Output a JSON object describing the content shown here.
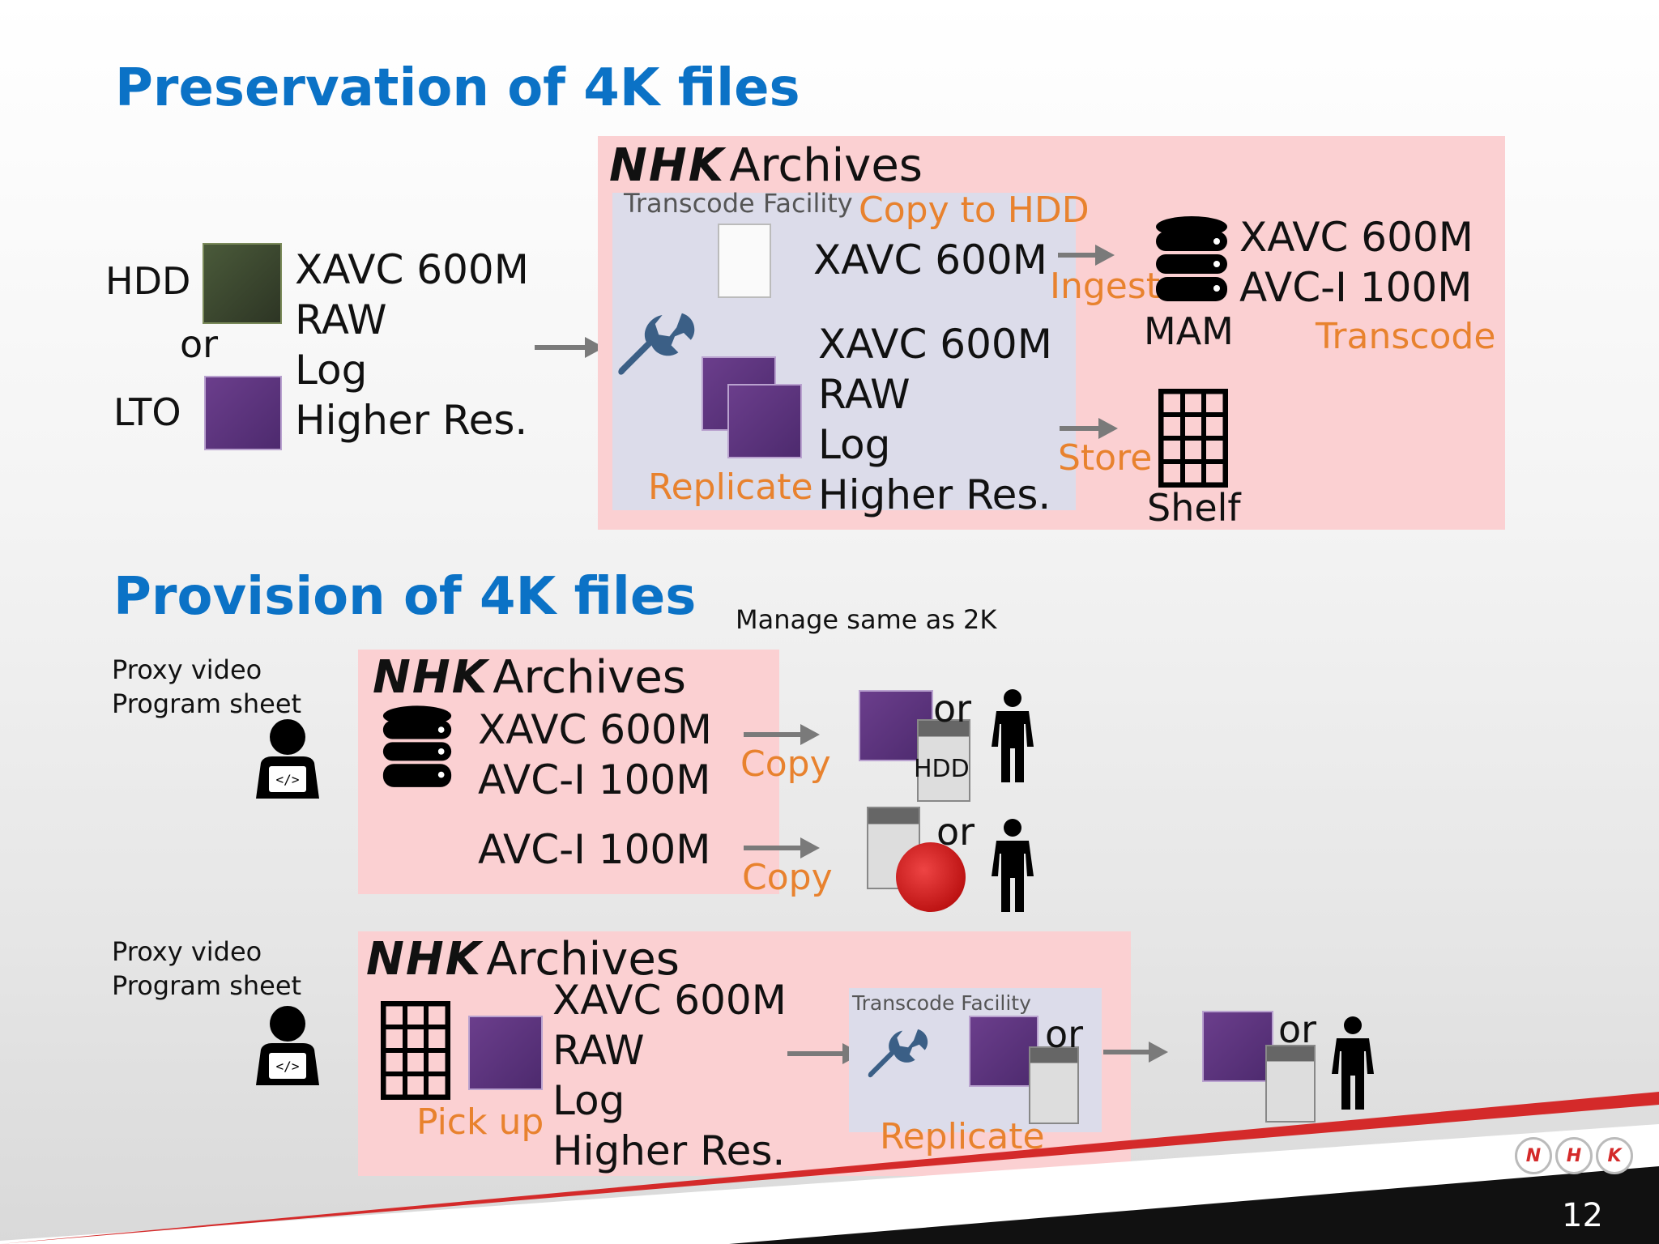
{
  "section1": {
    "title": "Preservation of 4K files",
    "src_hdd": "HDD",
    "src_or": "or",
    "src_lto": "LTO",
    "formats": [
      "XAVC 600M",
      "RAW",
      "Log",
      "Higher Res."
    ],
    "nhk_word": "NHK",
    "archives_word": "Archives",
    "transcode_facility": "Transcode Facility",
    "copy_to_hdd": "Copy to HDD",
    "copy_format": "XAVC 600M",
    "ingest": "Ingest",
    "replicate": "Replicate",
    "replicate_formats": [
      "XAVC 600M",
      "RAW",
      "Log",
      "Higher Res."
    ],
    "mam_formats": [
      "XAVC 600M",
      "AVC-I 100M"
    ],
    "mam": "MAM",
    "transcode": "Transcode",
    "store": "Store",
    "shelf": "Shelf"
  },
  "section2": {
    "title": "Provision of 4K files",
    "manage_note": "Manage same as 2K",
    "proxy_lines": [
      "Proxy video",
      "Program sheet"
    ],
    "box1_formats": [
      "XAVC 600M",
      "AVC-I 100M"
    ],
    "box1_format2": "AVC-I 100M",
    "copy1": "Copy",
    "copy2": "Copy",
    "or": "or",
    "hdd": "HDD",
    "proxy_lines_2": [
      "Proxy video",
      "Program sheet"
    ],
    "pick_up": "Pick up",
    "box2_formats": [
      "XAVC 600M",
      "RAW",
      "Log",
      "Higher Res."
    ],
    "transcode_facility": "Transcode Facility",
    "replicate": "Replicate"
  },
  "footer": {
    "logo_letters": [
      "N",
      "H",
      "K"
    ],
    "page_number": "12"
  },
  "colors": {
    "title_blue": "#0b72c6",
    "accent_orange": "#e8822e",
    "box_pink": "#fbd0d2",
    "facility_lavender": "#dcdcea",
    "footer_red": "#d42a2a"
  }
}
